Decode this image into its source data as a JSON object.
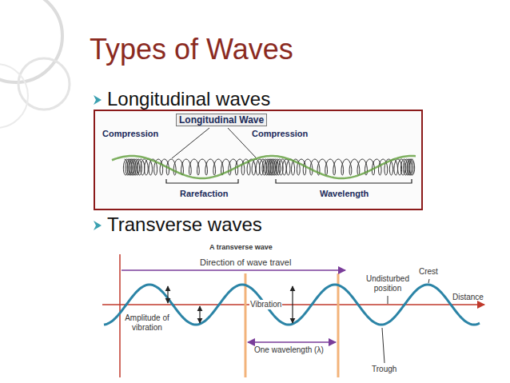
{
  "diagram": {
    "title": "Types of Waves",
    "labels": [
      "Longitudinal waves",
      "Compression",
      "Longitudinal Wave",
      "Compression",
      "Rarefaction",
      "Wavelength",
      "Transverse waves",
      "A transverse wave",
      "Direction of wave travel",
      "Undisturbed position",
      "Crest",
      "Vibration",
      "Amplitude of vibration",
      "Distance",
      "One wavelength (λ)",
      "Trough"
    ]
  }
}
